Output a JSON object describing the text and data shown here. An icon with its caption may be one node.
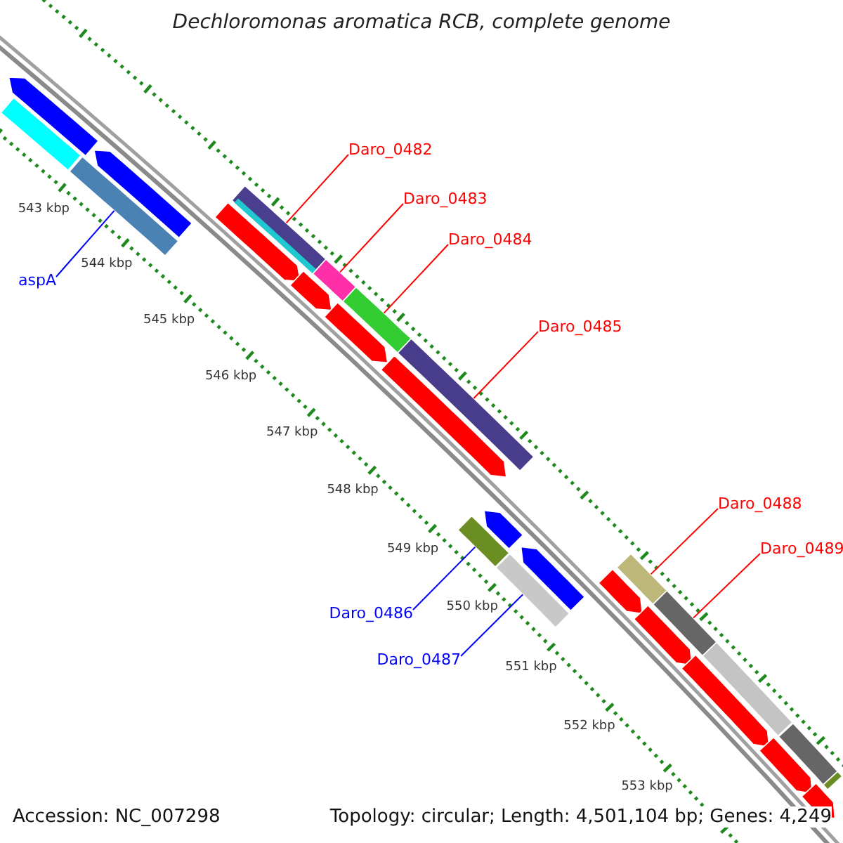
{
  "diagram": {
    "title": "Dechloromonas aromatica RCB, complete genome",
    "nodes": [
      {
        "text": [
          "Daro_0482"
        ]
      },
      {
        "text": [],
        "shape": "bar"
      },
      {
        "text": [
          "Daro_0483"
        ]
      },
      {
        "text": [],
        "shape": "bar"
      },
      {
        "text": [
          "Daro_0484"
        ]
      },
      {
        "text": [],
        "shape": "bar"
      },
      {
        "text": [
          "aspA"
        ]
      },
      {
        "text": [],
        "shape": "bar"
      },
      {
        "text": [
          "Daro_0485"
        ]
      },
      {
        "text": [],
        "shape": "bar"
      },
      {
        "text": [
          "Daro_0488"
        ]
      },
      {
        "text": [],
        "shape": "bar"
      },
      {
        "text": [
          "Daro_0489"
        ]
      },
      {
        "text": [],
        "shape": "bar"
      },
      {
        "text": [
          "Daro_0486"
        ]
      },
      {
        "text": [],
        "shape": "bar"
      },
      {
        "text": [
          "Daro_0487"
        ]
      },
      {
        "text": [],
        "shape": "bar"
      },
      {
        "text": [],
        "shape": "bar"
      },
      {
        "text": [],
        "shape": "arrow"
      },
      {
        "text": [],
        "shape": "arrow"
      },
      {
        "text": [],
        "shape": "arrow"
      },
      {
        "text": [],
        "shape": "arrow"
      },
      {
        "text": [],
        "shape": "arrow"
      },
      {
        "text": [],
        "shape": "arrow"
      },
      {
        "text": [],
        "shape": "arrow"
      },
      {
        "text": [],
        "shape": "arrow"
      },
      {
        "text": [],
        "shape": "arrow"
      },
      {
        "text": [],
        "shape": "arrow"
      },
      {
        "text": [],
        "shape": "arrow"
      },
      {
        "text": [],
        "shape": "bar"
      },
      {
        "text": [],
        "shape": "arrow"
      },
      {
        "text": [],
        "shape": "bar"
      },
      {
        "text": [],
        "shape": "arrow"
      },
      {
        "text": [],
        "shape": "bar"
      }
    ],
    "edges": [
      {
        "from": 0,
        "to": 1,
        "arrow": "none"
      },
      {
        "from": 2,
        "to": 3,
        "arrow": "none"
      },
      {
        "from": 4,
        "to": 5,
        "arrow": "none"
      },
      {
        "from": 6,
        "to": 7,
        "arrow": "none",
        "color": "#0000ff"
      },
      {
        "from": 8,
        "to": 9,
        "arrow": "none"
      },
      {
        "from": 10,
        "to": 11,
        "arrow": "none"
      },
      {
        "from": 12,
        "to": 13,
        "arrow": "none"
      },
      {
        "from": 14,
        "to": 15,
        "arrow": "none",
        "color": "#0000ff"
      },
      {
        "from": 16,
        "to": 17,
        "arrow": "none",
        "color": "#0000ff"
      }
    ],
    "labels": [
      "543 kbp",
      "544 kbp",
      "545 kbp",
      "546 kbp",
      "547 kbp",
      "548 kbp",
      "549 kbp",
      "550 kbp",
      "551 kbp",
      "552 kbp",
      "553 kbp",
      "Accession: NC_007298",
      "Topology: circular; Length: 4,501,104 bp; Genes: 4,249"
    ]
  }
}
